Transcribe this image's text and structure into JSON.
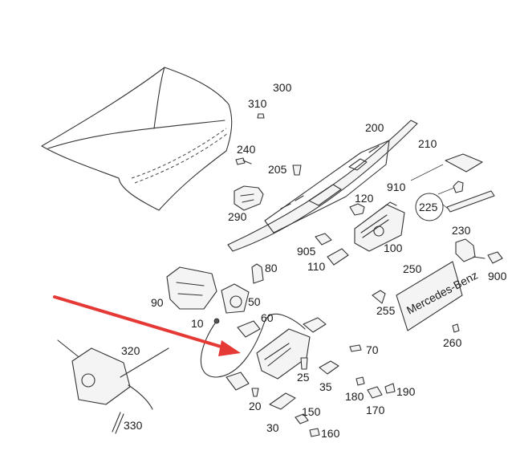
{
  "callouts": {
    "c300": "300",
    "c310": "310",
    "c200": "200",
    "c210": "210",
    "c240": "240",
    "c205": "205",
    "c910": "910",
    "c120": "120",
    "c225": "225",
    "c290": "290",
    "c230": "230",
    "c905": "905",
    "c110": "110",
    "c100": "100",
    "c80": "80",
    "c250": "250",
    "c900": "900",
    "c90": "90",
    "c50": "50",
    "c255": "255",
    "c60": "60",
    "c10": "10",
    "c320": "320",
    "c70": "70",
    "c260": "260",
    "c25": "25",
    "c35": "35",
    "c180": "180",
    "c190": "190",
    "c170": "170",
    "c20": "20",
    "c150": "150",
    "c330": "330",
    "c30": "30",
    "c160": "160"
  },
  "plate_text": "Mercedes-Benz",
  "colors": {
    "arrow": "#e53935",
    "line": "#333333",
    "background": "#ffffff"
  }
}
